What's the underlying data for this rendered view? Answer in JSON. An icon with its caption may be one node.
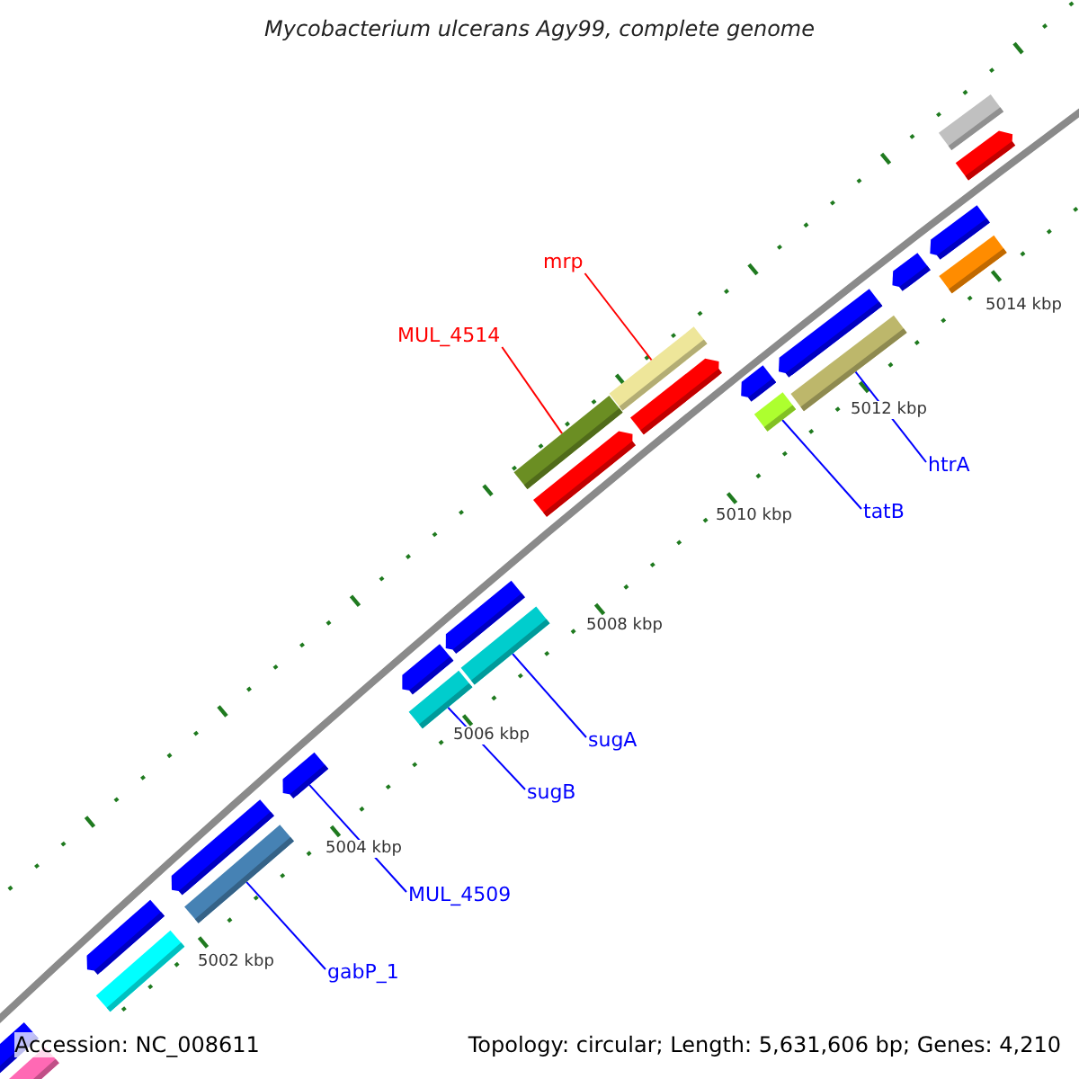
{
  "diagram": {
    "title": "Mycobacterium ulcerans Agy99, complete genome",
    "nodes": [
      {
        "text": [
          "mrp"
        ]
      },
      {
        "text": [],
        "shape": "bar"
      },
      {
        "text": [
          "MUL_4514"
        ]
      },
      {
        "text": [],
        "shape": "bar"
      },
      {
        "text": [
          "htrA"
        ]
      },
      {
        "text": [],
        "shape": "bar"
      },
      {
        "text": [
          "tatB"
        ]
      },
      {
        "text": [],
        "shape": "bar"
      },
      {
        "text": [
          "sugA"
        ]
      },
      {
        "text": [],
        "shape": "bar"
      },
      {
        "text": [
          "sugB"
        ]
      },
      {
        "text": [],
        "shape": "bar"
      },
      {
        "text": [
          "MUL_4509"
        ]
      },
      {
        "text": [],
        "shape": "arrow"
      },
      {
        "text": [
          "gabP_1"
        ]
      },
      {
        "text": [],
        "shape": "bar"
      }
    ],
    "edges": [
      {
        "from": 0,
        "to": 1,
        "arrow": "none",
        "color": "#ff0000"
      },
      {
        "from": 2,
        "to": 3,
        "arrow": "none",
        "color": "#ff0000"
      },
      {
        "from": 4,
        "to": 5,
        "arrow": "none"
      },
      {
        "from": 6,
        "to": 7,
        "arrow": "none"
      },
      {
        "from": 8,
        "to": 9,
        "arrow": "none"
      },
      {
        "from": 10,
        "to": 11,
        "arrow": "none"
      },
      {
        "from": 12,
        "to": 13,
        "arrow": "none"
      },
      {
        "from": 14,
        "to": 15,
        "arrow": "none"
      }
    ],
    "labels": [
      "5014 kbp",
      "5012 kbp",
      "5010 kbp",
      "5008 kbp",
      "5006 kbp",
      "5004 kbp",
      "5002 kbp",
      "Accession: NC_008611",
      "Topology: circular; Length: 5,631,606 bp; Genes: 4,210"
    ]
  }
}
